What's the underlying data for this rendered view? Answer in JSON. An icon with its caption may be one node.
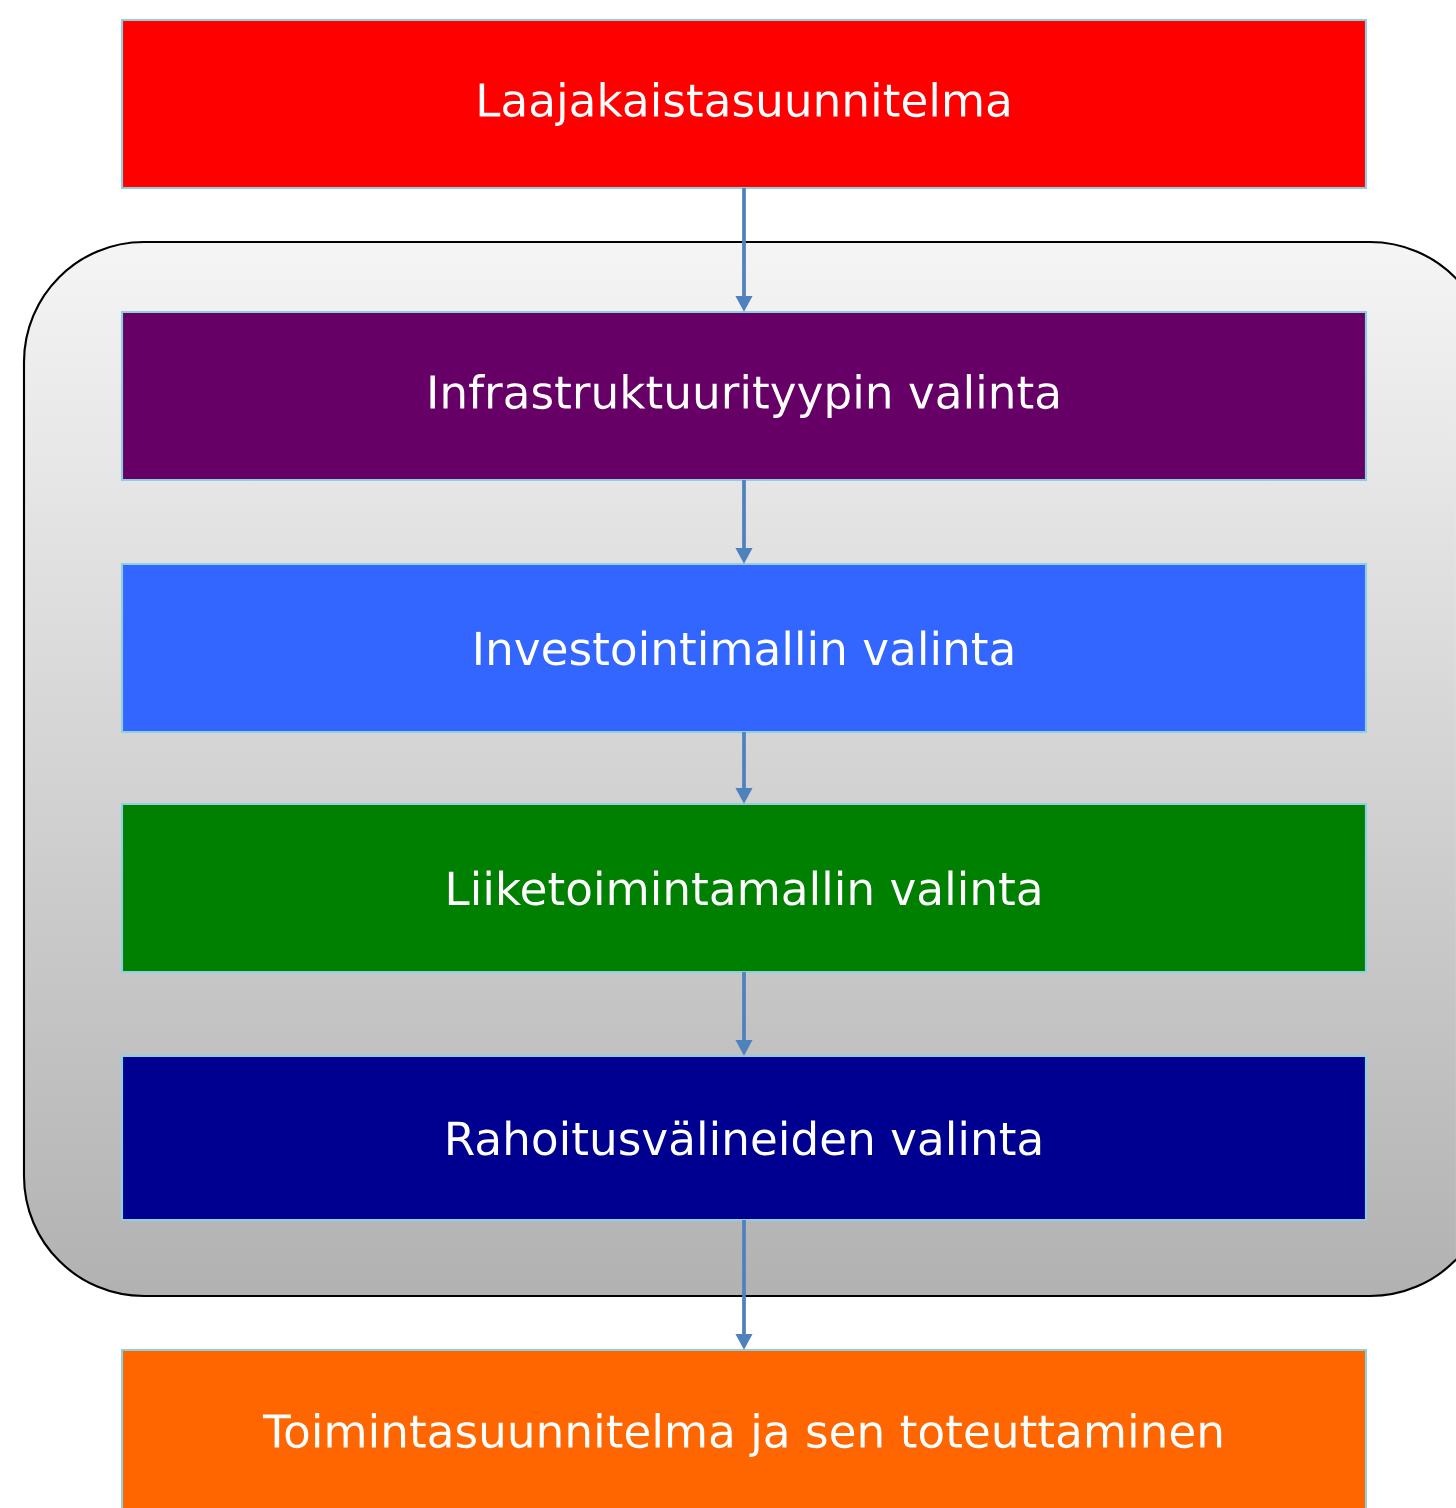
{
  "diagram": {
    "nodes": [
      {
        "text": [
          "Laajakaistasuunnitelma"
        ]
      },
      {
        "text": [],
        "shape": "box"
      },
      {
        "text": [
          "Infrastruktuurityypin valinta"
        ],
        "in": 1
      },
      {
        "text": [
          "Investointimallin valinta"
        ],
        "in": 1
      },
      {
        "text": [
          "Liiketoimintamallin valinta"
        ],
        "in": 1
      },
      {
        "text": [
          "Rahoitusvälineiden valinta"
        ],
        "in": 1
      },
      {
        "text": [
          "Toimintasuunnitelma ja sen toteuttaminen"
        ]
      }
    ],
    "edges": [
      {
        "from": 0,
        "to": 2,
        "arrow": "to"
      },
      {
        "from": 2,
        "to": 3,
        "arrow": "to"
      },
      {
        "from": 3,
        "to": 4,
        "arrow": "to"
      },
      {
        "from": 4,
        "to": 5,
        "arrow": "to"
      },
      {
        "from": 5,
        "to": 6,
        "arrow": "to"
      }
    ]
  }
}
